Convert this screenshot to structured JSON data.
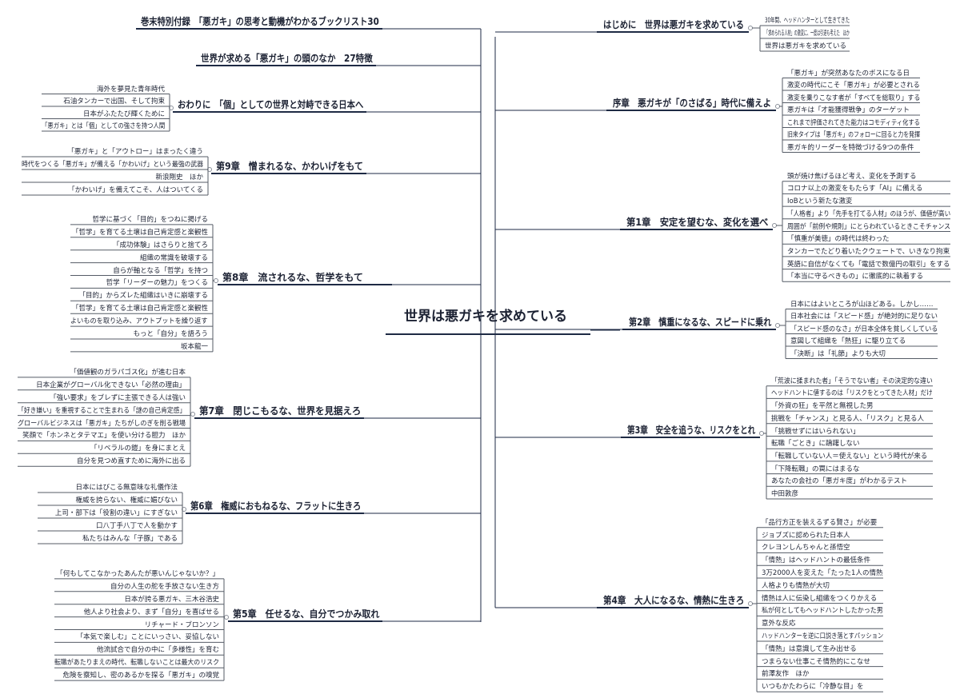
{
  "colors": {
    "center_line": "#1e2a44",
    "branch_line": "#1e2a44",
    "leaf_line": "#555b66",
    "collapsed_marker": "#8a8f99"
  },
  "central_topic": "世界は悪ガキを求めている",
  "right_branches": [
    {
      "title": "はじめに　世界は悪ガキを求めている",
      "items": [
        "30年間、ヘッドハンターとして生きてきた",
        "「求められる人材」の激変に、一度は引退も考えた　ほか",
        "世界は悪ガキを求めている"
      ]
    },
    {
      "title": "序章　悪ガキが「のさばる」時代に備えよ",
      "items": [
        "「悪ガキ」が突然あなたのボスになる日",
        "激変の時代にこそ「悪ガキ」が必要とされる",
        "激変を乗りこなす者が「すべてを総取り」する",
        "悪ガキは「才能獲得戦争」のターゲット",
        "これまで評価されてきた能力はコモディティ化する",
        "旧来タイプは「悪ガキ」のフォローに回ると力を発揮",
        "悪ガキ的リーダーを特徴づける9つの条件"
      ]
    },
    {
      "title": "第1章　安定を望むな、変化を選べ",
      "items": [
        "頭が焼け焦げるほど考え、変化を予測する",
        "コロナ以上の激変をもたらす「AI」に備える",
        "IoBという新たな激変",
        "「人格者」より「先手を打てる人材」のほうが、価値が高い",
        "周囲が「前例や規則」にとらわれているときこそチャンス",
        "「慎重が美徳」の時代は終わった",
        "タンカーでたどり着いたクウェートで、いきなり拘束",
        "英語に自信がなくても「電話で数億円の取引」をする",
        "「本当に守るべきもの」に徹底的に執着する"
      ]
    },
    {
      "title": "第2章　慎重になるな、スピードに乗れ",
      "items": [
        "日本にはよいところが山ほどある。しかし……",
        "日本社会には「スピード感」が絶対的に足りない",
        "「スピード感のなさ」が日本全体を貧しくしている",
        "意図して組織を「熱狂」に駆り立てる",
        "「決断」は「礼節」よりも大切"
      ]
    },
    {
      "title": "第3章　安全を追うな、リスクをとれ",
      "items": [
        "「荒波に揉まれた者」「そうでない者」その決定的な違い",
        "ヘッドハントに値するのは「リスクをとってきた人材」だけ",
        "「外資の狂」を平然と無視した男",
        "挑戦を「チャンス」と見る人、「リスク」と見る人",
        "「挑戦せずにはいられない」",
        "転職「ごとき」に躊躇しない",
        "「転職していない人＝使えない」という時代が来る",
        "「下降転職」の罠にはまるな",
        "あなたの会社の「悪ガキ度」がわかるテスト",
        "中田敦彦"
      ]
    },
    {
      "title": "第4章　大人になるな、情熱に生きろ",
      "items": [
        "「品行方正を装えるずる賢さ」が必要",
        "ジョブズに認められた日本人",
        "クレヨンしんちゃんと孫悟空",
        "「情熱」はヘッドハントの最低条件",
        "3万2000人を変えた「たった1人の情熱",
        "人格よりも情熱が大切",
        "情熱は人に伝染し組織をつくりかえる",
        "私が何としてもヘッドハントしたかった男",
        "意外な反応",
        "ハッドハンターを逆に口説き落とすパッション",
        "「情熱」は意識して生み出せる",
        "つまらない仕事こそ情熱的にこなせ",
        "前澤友作　ほか",
        "いつもかたわらに「冷静な目」を"
      ]
    }
  ],
  "left_branches": [
    {
      "title": "巻末特別付録　「悪ガキ」の思考と動機がわかるブックリスト30",
      "items": []
    },
    {
      "title": "世界が求める「悪ガキ」の頭のなか　27特徴",
      "items": []
    },
    {
      "title": "おわりに　「個」としての世界と対峙できる日本へ",
      "items": [
        "海外を夢見た青年時代",
        "石油タンカーで出国、そして拘束",
        "日本がふたたび輝くために",
        "「悪ガキ」とは「個」としての強さを持つ人間"
      ]
    },
    {
      "title": "第9章　憎まれるな、かわいげをもて",
      "items": [
        "「悪ガキ」と「アウトロー」はまったく違う",
        "時代をつくる「悪ガキ」が備える「かわいげ」という最強の武器",
        "新浪剛史　ほか",
        "「かわいげ」を備えてこそ、人はついてくる"
      ]
    },
    {
      "title": "第8章　流されるな、哲学をもて",
      "items": [
        "哲学に基づく「目的」をつねに掲げる",
        "「哲学」を育てる土壌は自己肯定感と楽観性",
        "「成功体験」はさらりと捨てろ",
        "組織の常識を破壊する",
        "自らが軸となる「哲学」を持つ",
        "哲学「リーダーの魅力」をつくる",
        "「目的」からズレた組織はいきに崩壊する",
        "「哲学」を育てる土壌は自己肯定感と楽観性",
        "よいものを取り込み、アウトプットを繰り返す",
        "もっと「自分」を語ろう",
        "坂本龍一"
      ]
    },
    {
      "title": "第7章　閉じこもるな、世界を見据えろ",
      "items": [
        "「価値観のガラパゴス化」が進む日本",
        "日本企業がグローバル化できない「必然の理由」",
        "「強い要求」をブレずに主張できる人は強い",
        "「好き嫌い」を重視することで生まれる「謎の自己肯定感」",
        "グローバルビジネスは「悪ガキ」たちがしのぎを削る戦場",
        "笑顔で「ホンネとタテマエ」を使い分ける胆力　ほか",
        "「リベラルの鎧」を身にまとえ",
        "自分を見つめ直すために海外に出る"
      ]
    },
    {
      "title": "第6章　権威におもねるな、フラットに生きろ",
      "items": [
        "日本にはびこる無意味な礼儀作法",
        "権威を誇らない、権威に媚びない",
        "上司・部下は「役割の違い」にすぎない",
        "口八丁手八丁で人を動かす",
        "私たちはみんな「子豚」である"
      ]
    },
    {
      "title": "第5章　任せるな、自分でつかみ取れ",
      "items": [
        "「何もしてこなかったあんたが悪いんじゃないか？」",
        "自分の人生の舵を手放さない生き方",
        "日本が誇る悪ガキ、三木谷浩史",
        "他人より社会より、まず「自分」を喜ばせる",
        "リチャード・ブロンソン",
        "「本気で楽しむ」ことにいっさい、妥協しない",
        "他流試合で自分の中に「多様性」を育む",
        "転職があたりまえの時代、転職しないことは最大のリスク",
        "危険を察知し、密のあるかを探る「悪ガキ」の嗅覚"
      ]
    }
  ]
}
